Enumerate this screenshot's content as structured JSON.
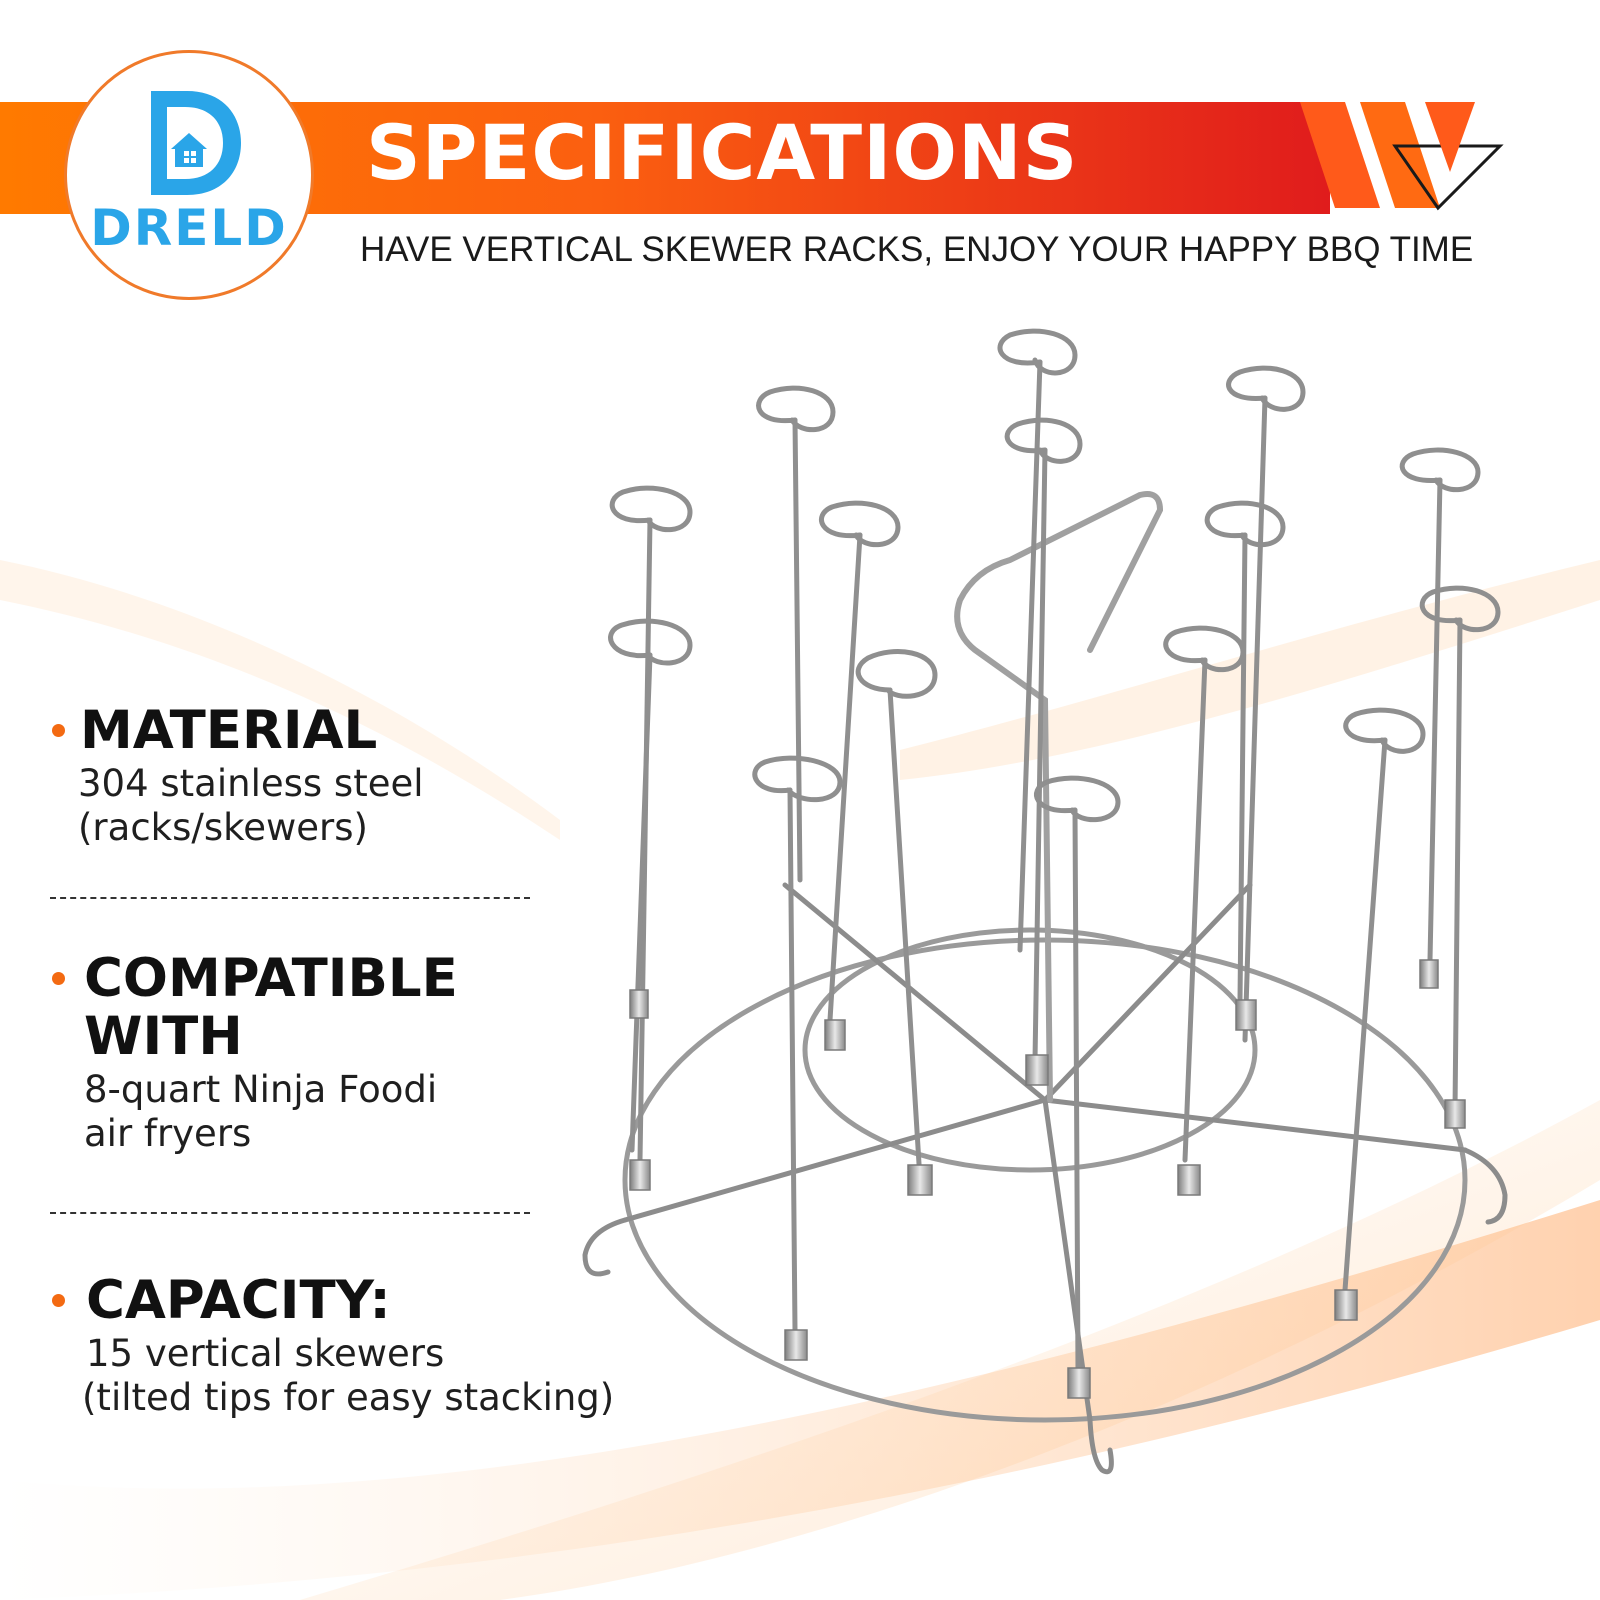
{
  "brand": {
    "name": "DRELD",
    "logo_color": "#2aa5e8",
    "ring_color": "#f07a2a"
  },
  "banner": {
    "title": "SPECIFICATIONS",
    "tagline": "HAVE VERTICAL SKEWER RACKS, ENJOY YOUR HAPPY BBQ TIME",
    "gradient": [
      "#ff7a00",
      "#e01c1c"
    ]
  },
  "specs": [
    {
      "heading": "MATERIAL",
      "lines": [
        "304 stainless steel",
        "(racks/skewers)"
      ]
    },
    {
      "heading_lines": [
        "COMPATIBLE",
        "WITH"
      ],
      "lines": [
        "8-quart Ninja Foodi",
        "air fryers"
      ]
    },
    {
      "heading": "CAPACITY:",
      "lines": [
        "15 vertical skewers",
        "(tilted tips for easy stacking)"
      ]
    }
  ],
  "accent_color": "#f36a12",
  "product": {
    "icon": "skewer-rack-image",
    "skewer_count": 15
  }
}
